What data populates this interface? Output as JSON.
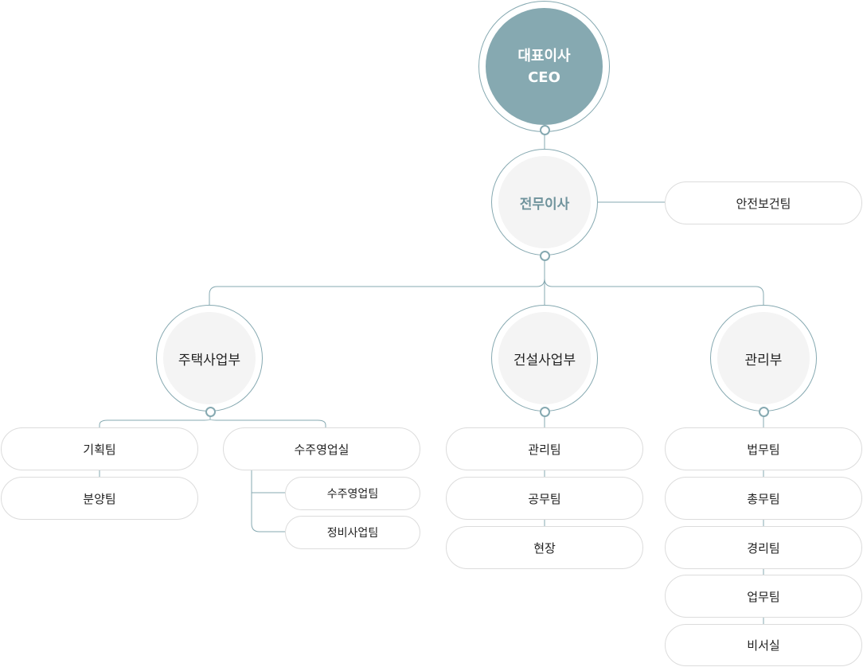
{
  "ceo": {
    "title": "대표이사",
    "subtitle": "CEO"
  },
  "executive": {
    "title": "전무이사"
  },
  "safety_team": "안전보건팀",
  "divisions": {
    "housing": {
      "name": "주택사업부",
      "teams": [
        "기획팀",
        "분양팀"
      ],
      "office": {
        "name": "수주영업실",
        "teams": [
          "수주영업팀",
          "정비사업팀"
        ]
      }
    },
    "construction": {
      "name": "건설사업부",
      "teams": [
        "관리팀",
        "공무팀",
        "현장"
      ]
    },
    "management": {
      "name": "관리부",
      "teams": [
        "법무팀",
        "총무팀",
        "경리팀",
        "업무팀",
        "비서실"
      ]
    }
  },
  "colors": {
    "accent": "#86a9b1",
    "accent_text": "#6f939c",
    "inner_fill": "#f4f4f4",
    "pill_border": "#dcdcdc"
  }
}
